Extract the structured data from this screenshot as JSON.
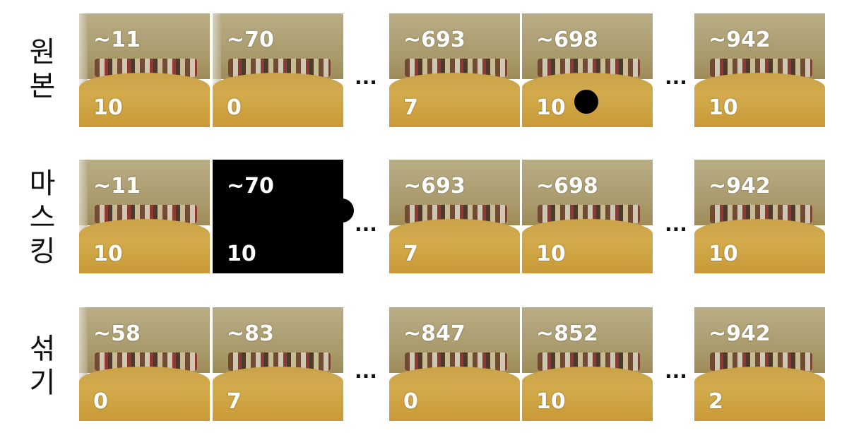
{
  "rows": [
    {
      "label": "원\n본",
      "frames": [
        {
          "num": "~11",
          "label": "10",
          "masked": false
        },
        {
          "num": "~70",
          "label": "0",
          "masked": false
        },
        {
          "num": "~693",
          "label": "7",
          "masked": false
        },
        {
          "num": "~698",
          "label": "10",
          "masked": false
        },
        {
          "num": "~942",
          "label": "10",
          "masked": false
        }
      ]
    },
    {
      "label": "마\n스\n킹",
      "frames": [
        {
          "num": "~11",
          "label": "10",
          "masked": false
        },
        {
          "num": "~70",
          "label": "10",
          "masked": true
        },
        {
          "num": "~693",
          "label": "7",
          "masked": false
        },
        {
          "num": "~698",
          "label": "10",
          "masked": false
        },
        {
          "num": "~942",
          "label": "10",
          "masked": false
        }
      ]
    },
    {
      "label": "섞\n기",
      "frames": [
        {
          "num": "~58",
          "label": "0",
          "masked": false
        },
        {
          "num": "~83",
          "label": "7",
          "masked": false
        },
        {
          "num": "~847",
          "label": "0",
          "masked": false
        },
        {
          "num": "~852",
          "label": "10",
          "masked": false
        },
        {
          "num": "~942",
          "label": "2",
          "masked": false
        }
      ]
    }
  ],
  "ellipsis": "..."
}
